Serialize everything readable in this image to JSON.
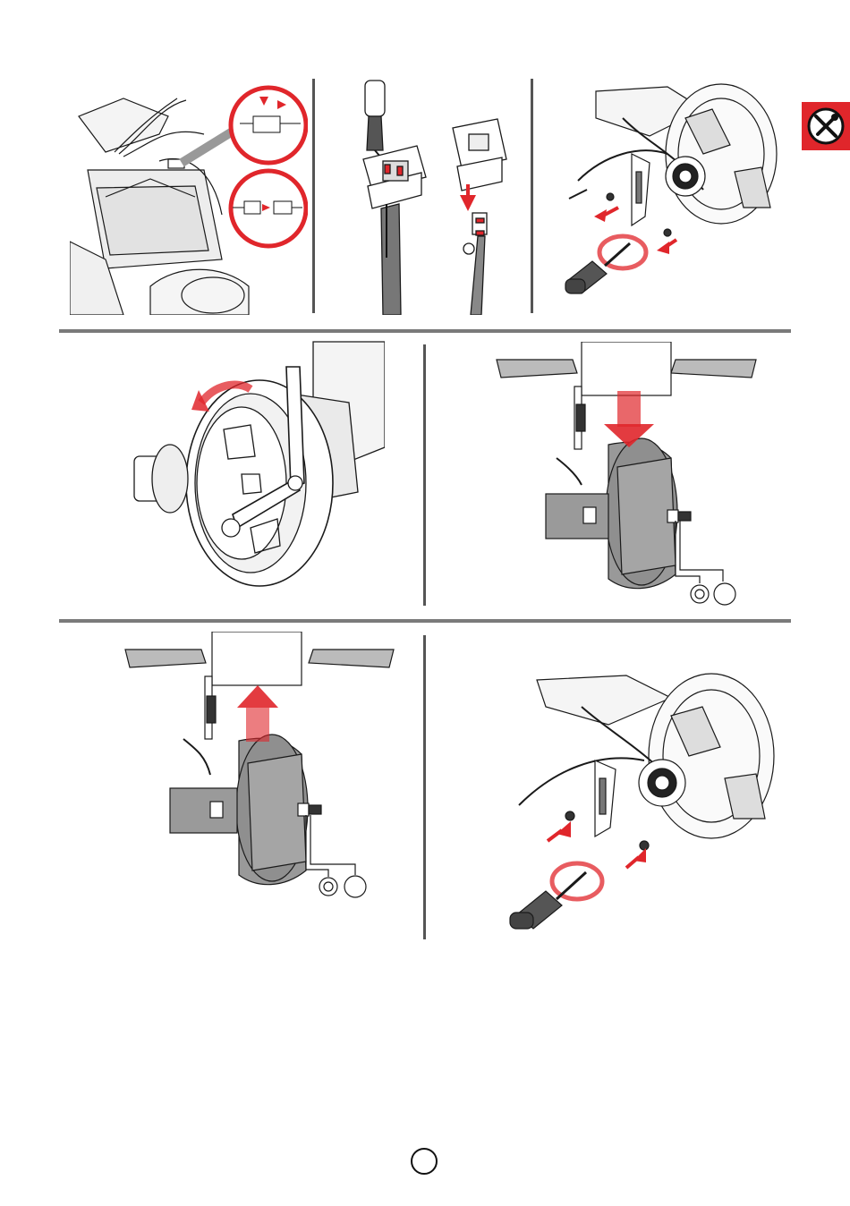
{
  "page": {
    "accent_color": "#e0262b",
    "line_color": "#1a1a1a",
    "fill_gray": "#8c8c8c",
    "tab_icon": "tools-icon",
    "page_marker_icon": "page-number-circle"
  },
  "steps": [
    {
      "id": 1,
      "subject": "controller-connector-unplug"
    },
    {
      "id": 2,
      "subject": "connector-terminal-release"
    },
    {
      "id": 3,
      "subject": "motor-bracket-screws-remove"
    },
    {
      "id": 4,
      "subject": "axle-nut-wrench-loosen"
    },
    {
      "id": 5,
      "subject": "wheel-remove-down"
    },
    {
      "id": 6,
      "subject": "wheel-install-up"
    },
    {
      "id": 7,
      "subject": "motor-bracket-screws-fasten"
    }
  ]
}
